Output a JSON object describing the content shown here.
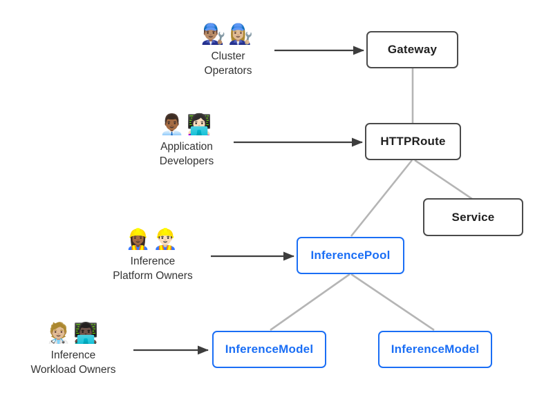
{
  "personas": [
    {
      "name": "cluster-operators",
      "emojis": [
        "👨🏽‍🔧",
        "👩🏼‍🔧"
      ],
      "label_line1": "Cluster",
      "label_line2": "Operators"
    },
    {
      "name": "application-developers",
      "emojis": [
        "👨🏾‍💼",
        "👩🏻‍💻"
      ],
      "label_line1": "Application",
      "label_line2": "Developers"
    },
    {
      "name": "inference-platform-owners",
      "emojis": [
        "👷🏾‍♀️",
        "👷🏻‍♂️"
      ],
      "label_line1": "Inference",
      "label_line2": "Platform Owners"
    },
    {
      "name": "inference-workload-owners",
      "emojis": [
        "🧑🏼‍⚕️",
        "👨🏿‍💻"
      ],
      "label_line1": "Inference",
      "label_line2": "Workload Owners"
    }
  ],
  "nodes": {
    "gateway": {
      "label": "Gateway",
      "variant": "gray"
    },
    "httproute": {
      "label": "HTTPRoute",
      "variant": "gray"
    },
    "service": {
      "label": "Service",
      "variant": "gray"
    },
    "inferencepool": {
      "label": "InferencePool",
      "variant": "blue"
    },
    "inferencemodel_left": {
      "label": "InferenceModel",
      "variant": "blue"
    },
    "inferencemodel_right": {
      "label": "InferenceModel",
      "variant": "blue"
    }
  },
  "colors": {
    "accent_blue": "#1a6ef5",
    "box_border_gray": "#4a4a4a",
    "box_text_dark": "#1f1f1f",
    "connector_gray": "#b5b5b5",
    "arrow_dark": "#3d3d3d",
    "label_text": "#333333",
    "background": "#ffffff"
  }
}
